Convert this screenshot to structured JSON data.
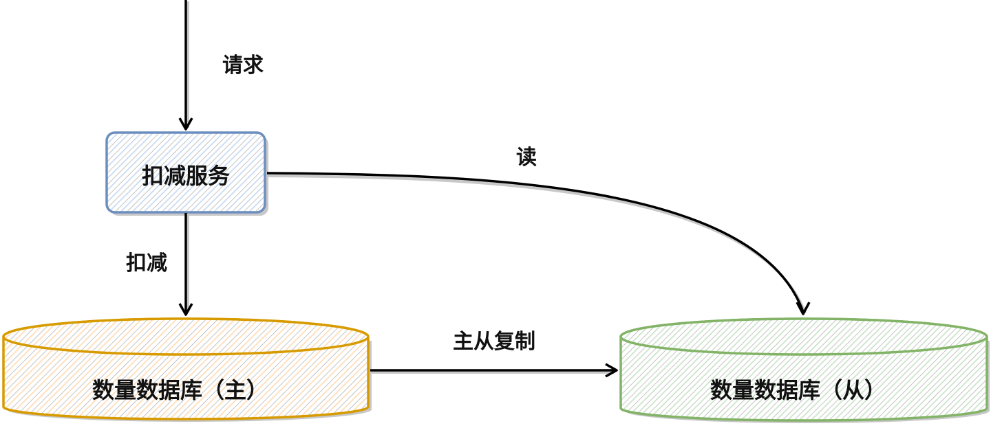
{
  "diagram": {
    "type": "architecture-flow",
    "style": "hand-drawn",
    "nodes": [
      {
        "id": "service",
        "label": "扣减服务",
        "shape": "rounded-rect",
        "stroke": "#6c8ebf",
        "fill_hatch": "#dae8fc"
      },
      {
        "id": "db_master",
        "label": "数量数据库（主）",
        "shape": "cylinder",
        "stroke": "#d79b00",
        "fill_hatch": "#ffe6cc"
      },
      {
        "id": "db_slave",
        "label": "数量数据库（从）",
        "shape": "cylinder",
        "stroke": "#82b366",
        "fill_hatch": "#d5e8d4"
      }
    ],
    "edges": [
      {
        "id": "request",
        "from": "external",
        "to": "service",
        "label": "请求"
      },
      {
        "id": "deduct",
        "from": "service",
        "to": "db_master",
        "label": "扣减"
      },
      {
        "id": "read",
        "from": "service",
        "to": "db_slave",
        "label": "读"
      },
      {
        "id": "replicate",
        "from": "db_master",
        "to": "db_slave",
        "label": "主从复制"
      }
    ]
  },
  "labels": {
    "request": "请求",
    "service": "扣减服务",
    "read": "读",
    "deduct": "扣减",
    "replicate": "主从复制",
    "db_master": "数量数据库（主）",
    "db_slave": "数量数据库（从）"
  },
  "colors": {
    "service_stroke": "#6c8ebf",
    "service_hatch": "#dae8fc",
    "master_stroke": "#d79b00",
    "master_hatch": "#ffe6cc",
    "slave_stroke": "#82b366",
    "slave_hatch": "#d5e8d4",
    "arrow": "#000000",
    "shadow": "#c8c8c8"
  }
}
